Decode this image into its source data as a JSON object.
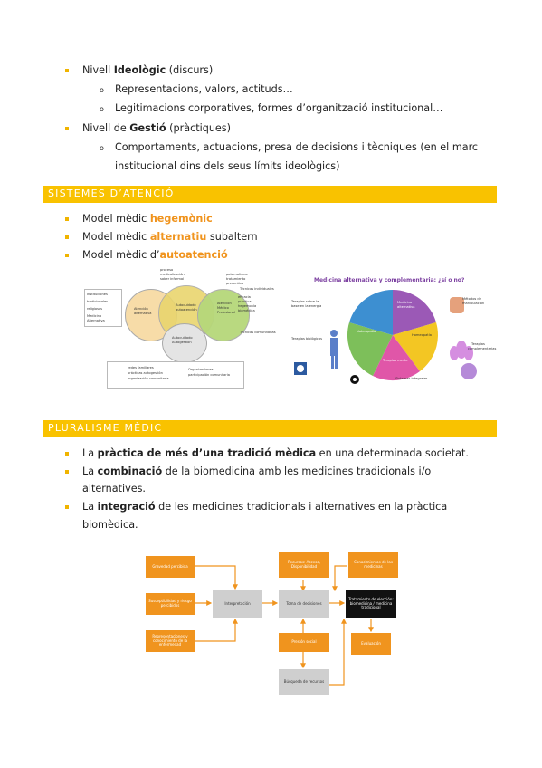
{
  "list1": [
    {
      "prefix": "Nivell ",
      "bold": "Ideològic",
      "suffix": " (discurs)"
    },
    {
      "prefix": "Nivell de ",
      "bold": "Gestió",
      "suffix": " (pràctiques)"
    }
  ],
  "sub1": [
    "Representacions, valors, actituds…",
    "Legitimacions corporatives, formes d’organització institucional…"
  ],
  "sub2": {
    "line1": "Comportaments, actuacions, presa de decisions i tècniques (en el marc",
    "line2": "institucional dins dels seus límits ideològics)"
  },
  "sub_marker": "o",
  "section1": {
    "title": "SISTEMES D’ATENCIÓ"
  },
  "models": [
    {
      "prefix": "Model mèdic ",
      "highlight": "hegemònic",
      "suffix": ""
    },
    {
      "prefix": "Model mèdic ",
      "highlight": "alternatiu",
      "suffix": " subaltern"
    },
    {
      "prefix": "Model mèdic d’",
      "highlight": "autoatenció",
      "suffix": ""
    }
  ],
  "fig1": {
    "top1": "proceso",
    "top2": "medicalización",
    "top3": "saber informal",
    "top_r1": "paternalismo",
    "top_r2": "tratamiento",
    "top_r3": "preventivo",
    "left1": "Instituciones",
    "left2": "tradicionales",
    "left3": "religiosas",
    "left4": "Medicina",
    "left5": "Alternativa",
    "c_left1": "Atención",
    "c_left2": "alternativa",
    "c_mid1": "Autocuidado",
    "c_mid2": "autoatención",
    "c_right1": "Atención",
    "c_right2": "Médico",
    "c_right3": "Profesional",
    "right1": "Técnicas individuales",
    "right2": "eficacia",
    "right3": "practica",
    "right4": "hegemonía",
    "right5": "biomédica",
    "right6": "Técnicas comunitarias",
    "c_bottom1": "Autocuidado",
    "c_bottom2": "Autogestión",
    "bottom1": "redes familiares",
    "bottom2": "prácticas autogestión",
    "bottom3": "organización comunitaria",
    "bottom_r1": "Organizaciones",
    "bottom_r2": "participación comunitaria"
  },
  "fig2": {
    "title": "Medicina alternativa y complementaria: ¿sí o no?",
    "l1": "Terapias sobre la",
    "l2": "base en la energía",
    "l3": "Terapias biológicas",
    "r1": "Métodos de",
    "r2": "manipulación",
    "r3": "Terapias",
    "r4": "complementarias",
    "seg1": "Medicina",
    "seg2": "alternativa",
    "seg3": "Homeopatía",
    "seg4": "Terapias mente",
    "seg5": "Naturopatía",
    "bottom": "Sistemas integrales"
  },
  "section2": {
    "title": "PLURALISME MÈDIC"
  },
  "plural": [
    {
      "line1_pre": "La ",
      "bold": "pràctica de més d’una tradició mèdica",
      "line1_post": " en una determinada societat.",
      "line2": ""
    },
    {
      "line1_pre": "La ",
      "bold": "combinació",
      "line1_post": " de la biomedicina amb les medicines tradicionals i/o",
      "line2": "alternatives."
    },
    {
      "line1_pre": "La ",
      "bold": "integració",
      "line1_post": " de les medicines tradicionals i alternatives en la pràctica",
      "line2": "biomèdica."
    }
  ],
  "flow": {
    "b1": "Gravedad percibida",
    "b2": "Susceptibilidad y riesgo percibidos",
    "b3": "Representaciones y conocimiento de la enfermedad",
    "mid1": "Interpretación",
    "mid2": "Toma de decisiones",
    "top1": "Recursos: Acceso, Disponibilidad",
    "top2": "Conocimientos de las medicinas",
    "bm1": "Presión social",
    "bm2": "Búsqueda de recursos",
    "r1": "Tratamiento de elección: biomedicina / medicina tradicional",
    "r2": "Evaluación"
  }
}
